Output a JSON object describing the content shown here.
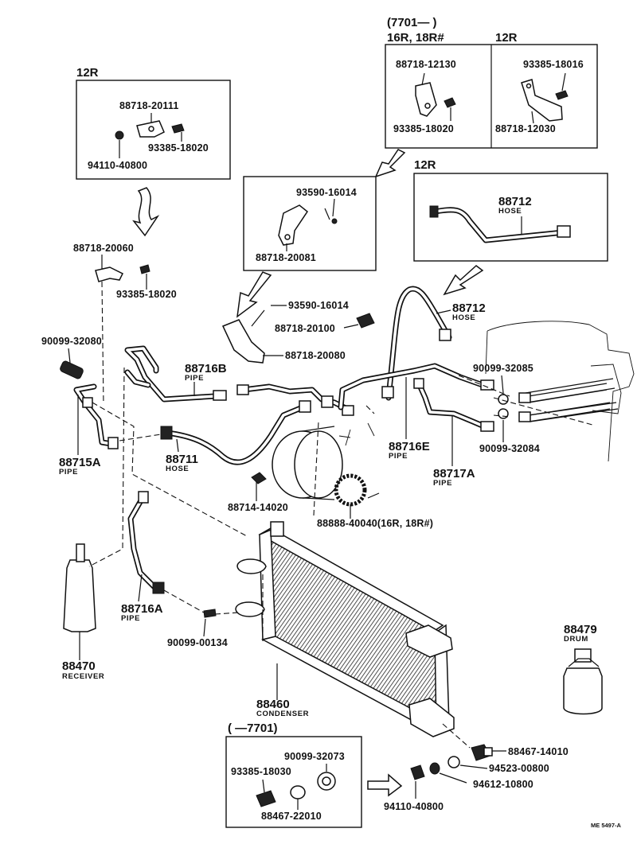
{
  "inset_boxes": {
    "top_right": {
      "heading_left_line1": "(7701—        )",
      "heading_left_line2": "16R, 18R#",
      "heading_right": "12R",
      "left_parts": [
        "88718-12130",
        "93385-18020"
      ],
      "right_parts": [
        "93385-18016",
        "88718-12030"
      ]
    },
    "top_left": {
      "heading": "12R",
      "parts": [
        "88718-20111",
        "93385-18020",
        "94110-40800"
      ]
    },
    "middle": {
      "parts": [
        "93590-16014",
        "88718-20081"
      ]
    },
    "hose_box": {
      "heading": "12R",
      "part": "88712",
      "sub": "HOSE"
    },
    "bottom": {
      "heading": "(       —7701)",
      "parts": [
        "90099-32073",
        "93385-18030",
        "88467-22010"
      ]
    }
  },
  "callouts": [
    {
      "id": "88718-20060"
    },
    {
      "id": "93385-18020"
    },
    {
      "id": "93590-16014"
    },
    {
      "id": "88718-20100"
    },
    {
      "id": "88718-20080"
    },
    {
      "id": "90099-32080"
    },
    {
      "id": "88712",
      "sub": "HOSE"
    },
    {
      "id": "88716B",
      "sub": "PIPE"
    },
    {
      "id": "90099-32085"
    },
    {
      "id": "88716E",
      "sub": "PIPE"
    },
    {
      "id": "88717A",
      "sub": "PIPE"
    },
    {
      "id": "90099-32084"
    },
    {
      "id": "88715A",
      "sub": "PIPE"
    },
    {
      "id": "88711",
      "sub": "HOSE"
    },
    {
      "id": "88714-14020"
    },
    {
      "id": "88888-40040(16R, 18R#)"
    },
    {
      "id": "88716A",
      "sub": "PIPE"
    },
    {
      "id": "90099-00134"
    },
    {
      "id": "88470",
      "sub": "RECEIVER"
    },
    {
      "id": "88460",
      "sub": "CONDENSER"
    },
    {
      "id": "88479",
      "sub": "DRUM"
    },
    {
      "id": "88467-14010"
    },
    {
      "id": "94523-00800"
    },
    {
      "id": "94612-10800"
    },
    {
      "id": "94110-40800"
    }
  ],
  "diagram_code": "ME 5497-A"
}
